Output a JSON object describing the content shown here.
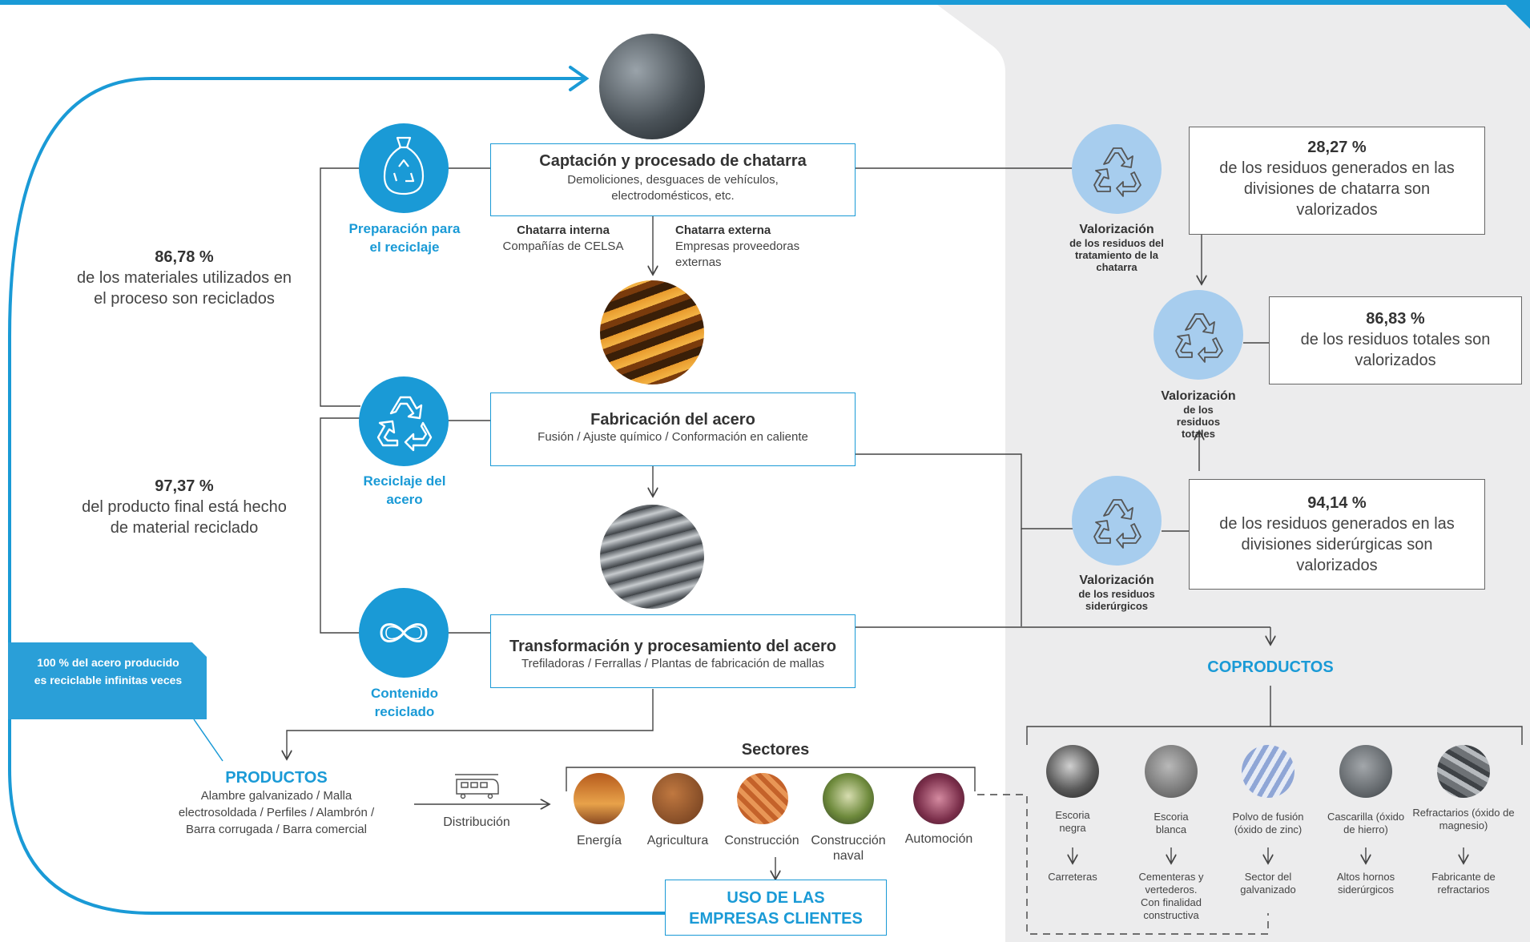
{
  "colors": {
    "accent": "#1a9ad6",
    "light_circle": "#a7cdee",
    "gray_panel": "#ececed",
    "dark": "#333333"
  },
  "process": {
    "capture": {
      "title": "Captación y procesado de chatarra",
      "subtitle": "Demoliciones, desguaces de vehículos, electrodomésticos, etc."
    },
    "steel": {
      "title": "Fabricación del acero",
      "subtitle": "Fusión / Ajuste químico / Conformación en caliente"
    },
    "transform": {
      "title": "Transformación y procesamiento del acero",
      "subtitle": "Trefiladoras / Ferrallas / Plantas de fabricación de mallas"
    }
  },
  "scrap": {
    "internal_title": "Chatarra interna",
    "internal_sub": "Compañías de CELSA",
    "external_title": "Chatarra externa",
    "external_sub": "Empresas proveedoras externas"
  },
  "stages": {
    "prep": "Preparación para el reciclaje",
    "recycle": "Reciclaje del acero",
    "content": "Contenido reciclado"
  },
  "stats_left": [
    {
      "value": "86,78 %",
      "text": "de los materiales utilizados en el proceso son reciclados"
    },
    {
      "value": "97,37 %",
      "text": "del producto final está hecho de material reciclado"
    }
  ],
  "callout": "100 % del acero producido es reciclable infinitas veces",
  "products": {
    "title": "PRODUCTOS",
    "text": "Alambre galvanizado / Malla electrosoldada / Perfiles / Alambrón / Barra corrugada / Barra comercial"
  },
  "distribution": "Distribución",
  "sectors": {
    "title": "Sectores",
    "items": [
      "Energía",
      "Agricultura",
      "Construcción",
      "Construcción naval",
      "Automoción"
    ]
  },
  "clients": "USO DE LAS EMPRESAS CLIENTES",
  "valorization": {
    "scrap_label_title": "Valorización",
    "scrap_label_sub": "de los residuos del tratamiento de la chatarra",
    "total_label_title": "Valorización",
    "total_label_sub": "de los residuos totales",
    "steel_label_title": "Valorización",
    "steel_label_sub": "de los residuos siderúrgicos",
    "scrap_value": "28,27 %",
    "scrap_text": "de los residuos generados en las divisiones de chatarra son valorizados",
    "total_value": "86,83 %",
    "total_text": "de los residuos totales son valorizados",
    "steel_value": "94,14 %",
    "steel_text": "de los residuos generados en las divisiones siderúrgicas son valorizados"
  },
  "coproducts": {
    "title": "COPRODUCTOS",
    "items": [
      {
        "name": "Escoria negra",
        "use": "Carreteras"
      },
      {
        "name": "Escoria blanca",
        "use": "Cementeras y vertederos. Con finalidad constructiva"
      },
      {
        "name": "Polvo de fusión (óxido de zinc)",
        "use": "Sector del galvanizado"
      },
      {
        "name": "Cascarilla (óxido de hierro)",
        "use": "Altos hornos siderúrgicos"
      },
      {
        "name": "Refractarios (óxido de magnesio)",
        "use": "Fabricante de refractarios"
      }
    ]
  }
}
